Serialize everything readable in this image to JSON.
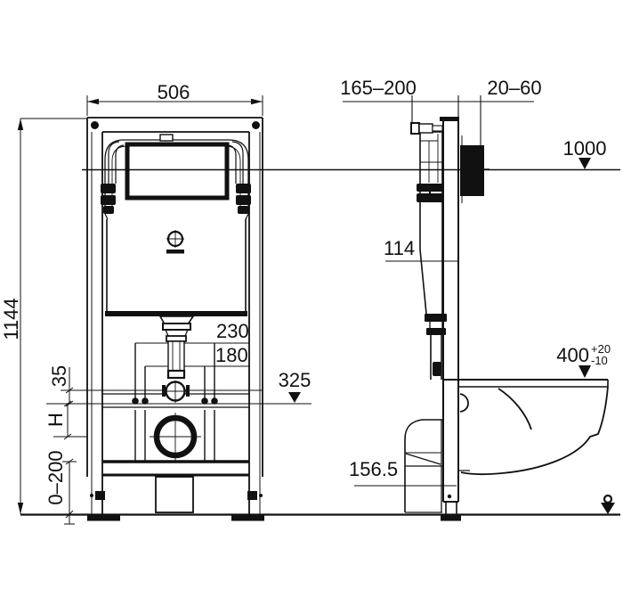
{
  "meta": {
    "description": "Technical installation drawing of a wall-hung WC concealed cistern frame: front view and side view with millimetre dimensions",
    "background": "#ffffff",
    "line_color": "#111111"
  },
  "front_view": {
    "frame_width": "506",
    "frame_height": "1144",
    "fixing_spacing_outer": "230",
    "fixing_spacing_inner": "180",
    "offset_small": "35",
    "outlet_height_var": "H",
    "leg_adjustment": "0–200",
    "flush_bend_level": "325"
  },
  "side_view": {
    "supply_depth_range": "165–200",
    "wall_finish_range": "20–60",
    "actuation_height": "1000",
    "supply_offset": "114",
    "pan_top_height": "400",
    "pan_top_tol_plus": "+20",
    "pan_top_tol_minus": "-10",
    "outlet_bend_height": "156.5"
  }
}
